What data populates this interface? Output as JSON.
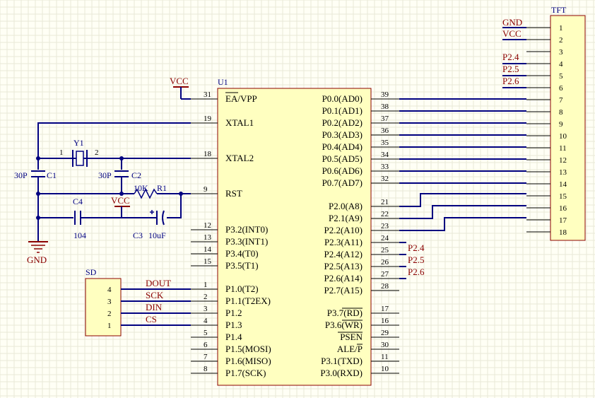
{
  "u1": {
    "ref": "U1",
    "power_net": "VCC",
    "power_pin": "31",
    "left_pins": [
      {
        "num": "31",
        "label": "EA/VPP"
      },
      {
        "num": "19",
        "label": "XTAL1"
      },
      {
        "num": "18",
        "label": "XTAL2"
      },
      {
        "num": "9",
        "label": "RST"
      },
      {
        "num": "12",
        "label": "P3.2(INT0)"
      },
      {
        "num": "13",
        "label": "P3.3(INT1)"
      },
      {
        "num": "14",
        "label": "P3.4(T0)"
      },
      {
        "num": "15",
        "label": "P3.5(T1)"
      },
      {
        "num": "1",
        "label": "P1.0(T2)"
      },
      {
        "num": "2",
        "label": "P1.1(T2EX)"
      },
      {
        "num": "3",
        "label": "P1.2"
      },
      {
        "num": "4",
        "label": "P1.3"
      },
      {
        "num": "5",
        "label": "P1.4"
      },
      {
        "num": "6",
        "label": "P1.5(MOSI)"
      },
      {
        "num": "7",
        "label": "P1.6(MISO)"
      },
      {
        "num": "8",
        "label": "P1.7(SCK)"
      }
    ],
    "right_pins": [
      {
        "num": "39",
        "label": "P0.0(AD0)"
      },
      {
        "num": "38",
        "label": "P0.1(AD1)"
      },
      {
        "num": "37",
        "label": "P0.2(AD2)"
      },
      {
        "num": "36",
        "label": "P0.3(AD3)"
      },
      {
        "num": "35",
        "label": "P0.4(AD4)"
      },
      {
        "num": "34",
        "label": "P0.5(AD5)"
      },
      {
        "num": "33",
        "label": "P0.6(AD6)"
      },
      {
        "num": "32",
        "label": "P0.7(AD7)"
      },
      {
        "num": "21",
        "label": "P2.0(A8)"
      },
      {
        "num": "22",
        "label": "P2.1(A9)"
      },
      {
        "num": "23",
        "label": "P2.2(A10)"
      },
      {
        "num": "24",
        "label": "P2.3(A11)"
      },
      {
        "num": "25",
        "label": "P2.4(A12)"
      },
      {
        "num": "26",
        "label": "P2.5(A13)"
      },
      {
        "num": "27",
        "label": "P2.6(A14)"
      },
      {
        "num": "28",
        "label": "P2.7(A15)"
      },
      {
        "num": "17",
        "label": "P3.7(RD)"
      },
      {
        "num": "16",
        "label": "P3.6(WR)"
      },
      {
        "num": "29",
        "label": "PSEN"
      },
      {
        "num": "30",
        "label": "ALE/P"
      },
      {
        "num": "11",
        "label": "P3.1(TXD)"
      },
      {
        "num": "10",
        "label": "P3.0(RXD)"
      }
    ],
    "p2_nets": [
      "P2.4",
      "P2.5",
      "P2.6"
    ]
  },
  "tft": {
    "ref": "TFT",
    "pins": [
      "1",
      "2",
      "3",
      "4",
      "5",
      "6",
      "7",
      "8",
      "9",
      "10",
      "11",
      "12",
      "13",
      "14",
      "15",
      "16",
      "17",
      "18"
    ],
    "nets": [
      "GND",
      "VCC",
      "",
      "P2.4",
      "P2.5",
      "P2.6"
    ]
  },
  "sd": {
    "ref": "SD",
    "pins": [
      "4",
      "3",
      "2",
      "1"
    ],
    "nets": [
      "DOUT",
      "SCK",
      "DIN",
      "CS"
    ]
  },
  "y1": {
    "ref": "Y1",
    "pin1": "1",
    "pin2": "2"
  },
  "c1": {
    "ref": "C1",
    "value": "30P"
  },
  "c2": {
    "ref": "C2",
    "value": "30P"
  },
  "c3": {
    "ref": "C3",
    "value": "10uF"
  },
  "c4": {
    "ref": "C4",
    "value": "104"
  },
  "r1": {
    "ref": "R1",
    "value": "10K"
  },
  "power": {
    "vcc_small": "VCC",
    "gnd": "GND"
  },
  "colors": {
    "wire": "#000080",
    "net_label": "#8b0000",
    "part_fill": "#ffffc0",
    "part_outline": "#8b0000",
    "background": "#fffff5"
  }
}
